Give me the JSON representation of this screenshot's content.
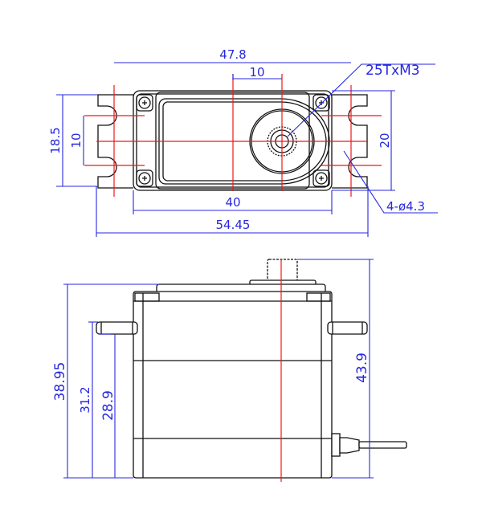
{
  "top_view": {
    "dim_overall_mount_spacing": "47.8",
    "dim_spline_offset": "10",
    "dim_height_tabs": "18.5",
    "dim_slot_spacing": "10",
    "dim_body_width": "20",
    "dim_body_length": "40",
    "dim_overall_length": "54.45",
    "spline_label": "25TxM3",
    "hole_label": "4-ø4.3"
  },
  "side_view": {
    "dim_body_height": "38.95",
    "dim_tab_top": "31.2",
    "dim_tab_bottom": "28.9",
    "dim_total_height": "43.9"
  },
  "colors": {
    "dimension": "#2727e0",
    "centerline": "#f01818",
    "outline": "#111111"
  }
}
